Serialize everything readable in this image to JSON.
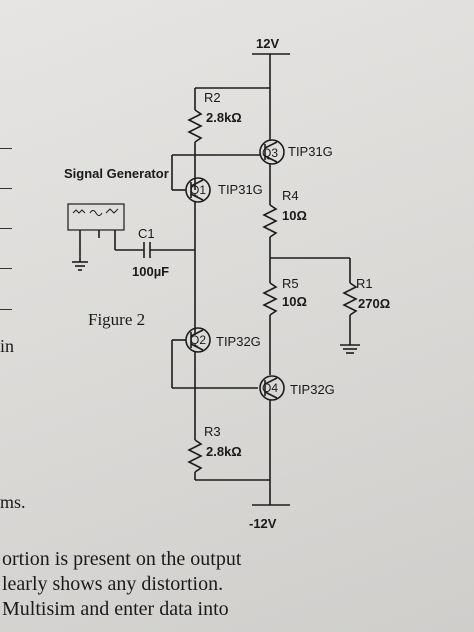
{
  "circuit": {
    "supply_pos": "12V",
    "supply_neg": "-12V",
    "signal_generator": "Signal Generator",
    "components": {
      "r1": {
        "name": "R1",
        "value": "270Ω"
      },
      "r2": {
        "name": "R2",
        "value": "2.8kΩ"
      },
      "r3": {
        "name": "R3",
        "value": "2.8kΩ"
      },
      "r4": {
        "name": "R4",
        "value": "10Ω"
      },
      "r5": {
        "name": "R5",
        "value": "10Ω"
      },
      "c1": {
        "name": "C1",
        "value": "100µF"
      },
      "q1": {
        "name": "Q1",
        "part": "TIP31G"
      },
      "q2": {
        "name": "Q2",
        "part": "TIP32G"
      },
      "q3": {
        "name": "Q3",
        "part": "TIP31G"
      },
      "q4": {
        "name": "Q4",
        "part": "TIP32G"
      }
    }
  },
  "page_text": {
    "figure_caption": "Figure 2",
    "left_fragment_1": "in",
    "left_fragment_2": "ms.",
    "line_1": "ortion is present on the output",
    "line_2": "learly shows any distortion.",
    "line_3": "Multisim and enter data into"
  }
}
